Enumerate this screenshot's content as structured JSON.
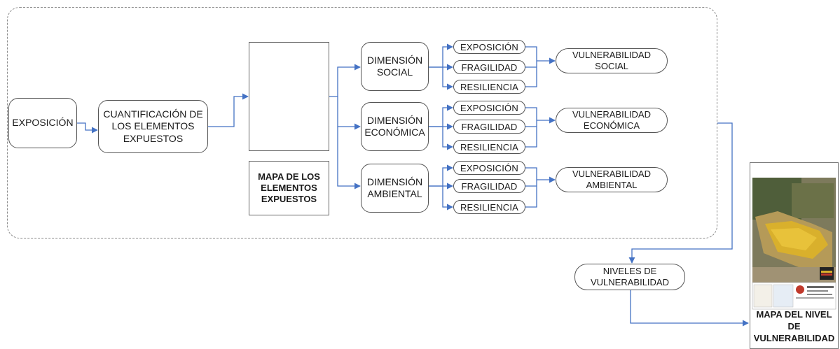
{
  "exposicion": "EXPOSICIÓN",
  "cuantificacion": [
    "CUANTIFICACIÓN DE",
    "LOS ELEMENTOS",
    "EXPUESTOS"
  ],
  "mapa_elementos": [
    "MAPA DE LOS",
    "ELEMENTOS",
    "EXPUESTOS"
  ],
  "dimensions": [
    {
      "label": [
        "DIMENSIÓN",
        "SOCIAL"
      ],
      "factors": [
        "EXPOSICIÓN",
        "FRAGILIDAD",
        "RESILIENCIA"
      ],
      "result": [
        "VULNERABILIDAD",
        "SOCIAL"
      ]
    },
    {
      "label": [
        "DIMENSIÓN",
        "ECONÓMICA"
      ],
      "factors": [
        "EXPOSICIÓN",
        "FRAGILIDAD",
        "RESILIENCIA"
      ],
      "result": [
        "VULNERABILIDAD",
        "ECONÓMICA"
      ]
    },
    {
      "label": [
        "DIMENSIÓN",
        "AMBIENTAL"
      ],
      "factors": [
        "EXPOSICIÓN",
        "FRAGILIDAD",
        "RESILIENCIA"
      ],
      "result": [
        "VULNERABILIDAD",
        "AMBIENTAL"
      ]
    }
  ],
  "niveles": [
    "NIVELES DE",
    "VULNERABILIDAD"
  ],
  "mapa_nivel": [
    "MAPA DEL NIVEL",
    "DE",
    "VULNERABILIDAD"
  ],
  "colors": {
    "arrow": "#4472c4",
    "border": "#555555",
    "frame": "#8a8a8a"
  }
}
